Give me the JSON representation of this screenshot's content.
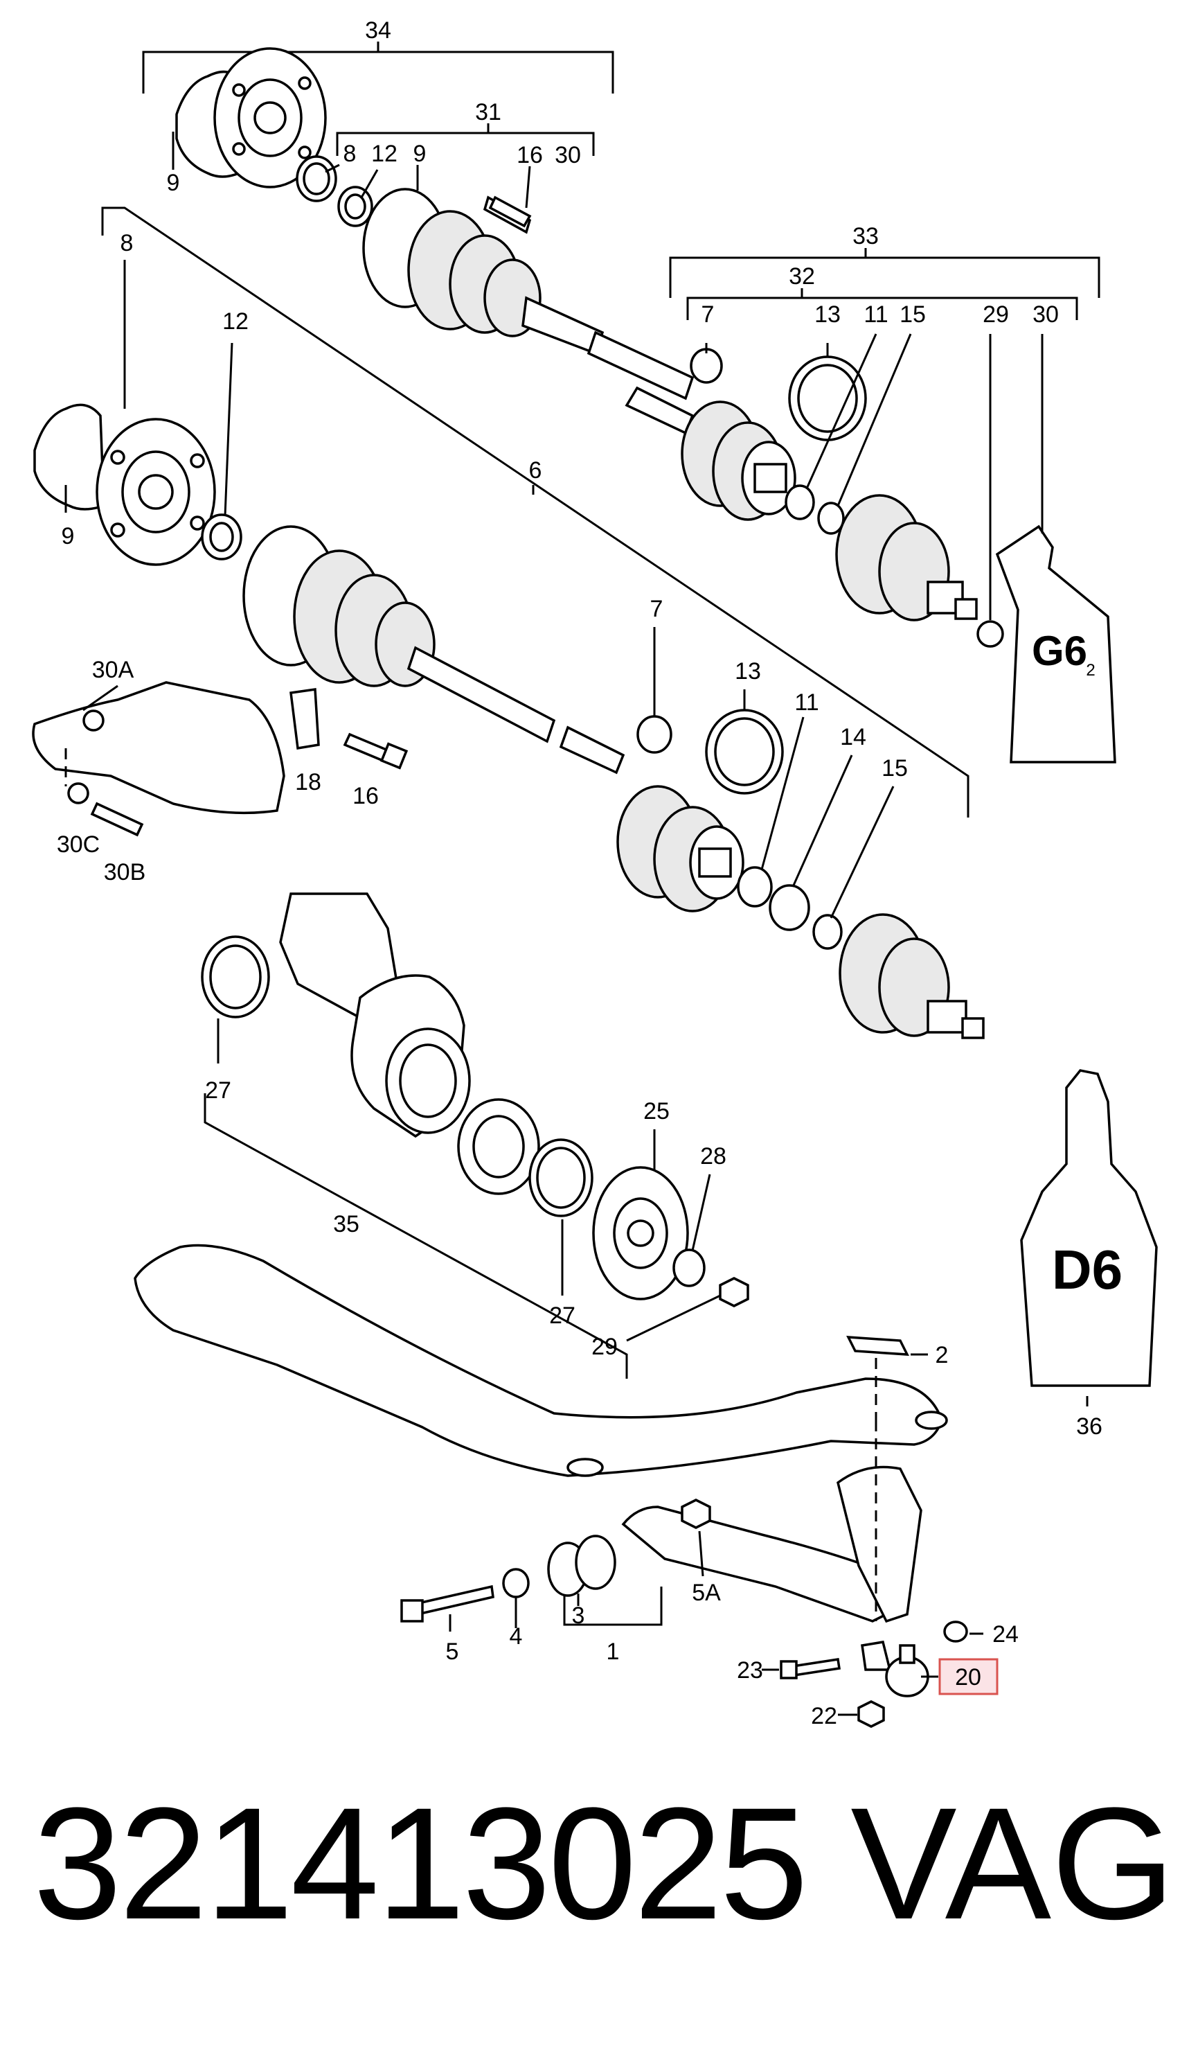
{
  "callouts": {
    "c34": "34",
    "c31": "31",
    "c33": "33",
    "c32": "32",
    "c6": "6",
    "c35": "35",
    "c9a": "9",
    "c8a": "8",
    "c12a": "12",
    "c9b": "9",
    "c16a": "16",
    "c30a": "30",
    "c7a": "7",
    "c13a": "13",
    "c11a": "11",
    "c15a": "15",
    "c29a": "29",
    "c30b": "30",
    "c8b": "8",
    "c12b": "12",
    "c9c": "9",
    "c30A": "30A",
    "c18": "18",
    "c16b": "16",
    "c30C": "30C",
    "c30B": "30B",
    "c7b": "7",
    "c13b": "13",
    "c11b": "11",
    "c14": "14",
    "c15b": "15",
    "c27a": "27",
    "c25": "25",
    "c28": "28",
    "c27b": "27",
    "c29b": "29",
    "c36": "36",
    "c2": "2",
    "c5": "5",
    "c4": "4",
    "c3": "3",
    "c1": "1",
    "c5A": "5A",
    "c24": "24",
    "c23": "23",
    "c20": "20",
    "c22": "22"
  },
  "tubes": {
    "g6": "G6",
    "g6_sub": "2",
    "d6": "D6"
  },
  "footer": {
    "part_number": "321413025",
    "brand": "VAG"
  },
  "highlight_color": "#d9534f"
}
